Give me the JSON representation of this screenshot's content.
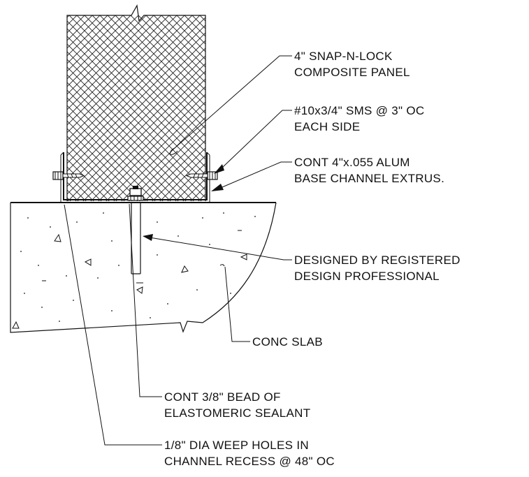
{
  "labels": {
    "panel": [
      "4\" SNAP-N-LOCK",
      "COMPOSITE PANEL"
    ],
    "screws": [
      "#10x3/4\" SMS @ 3\" OC",
      "EACH SIDE"
    ],
    "channel": [
      "CONT 4\"x.055 ALUM",
      "BASE CHANNEL EXTRUS."
    ],
    "anchor": [
      "DESIGNED BY REGISTERED",
      "DESIGN PROFESSIONAL"
    ],
    "slab": [
      "CONC SLAB"
    ],
    "sealant": [
      "CONT 3/8\" BEAD OF",
      "ELASTOMERIC SEALANT"
    ],
    "weep": [
      "1/8\" DIA WEEP HOLES IN",
      "CHANNEL RECESS @ 48\" OC"
    ]
  }
}
